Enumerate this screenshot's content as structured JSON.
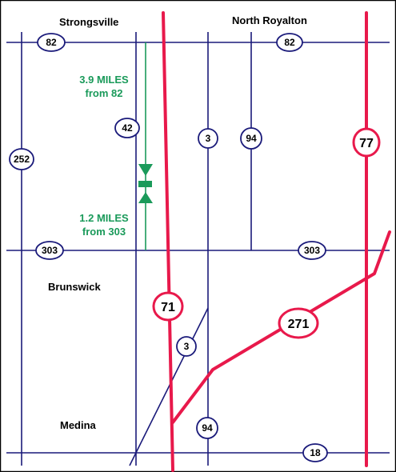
{
  "towns": {
    "strongsville": "Strongsville",
    "north_royalton": "North Royalton",
    "brunswick": "Brunswick",
    "medina": "Medina"
  },
  "distances": {
    "from_82_line1": "3.9 MILES",
    "from_82_line2": "from 82",
    "from_303_line1": "1.2 MILES",
    "from_303_line2": "from 303"
  },
  "route_labels": {
    "r82_west": "82",
    "r82_east": "82",
    "r42": "42",
    "r252": "252",
    "r3_north": "3",
    "r94_north": "94",
    "r303_west": "303",
    "r303_east": "303",
    "r3_south": "3",
    "r94_south": "94",
    "r18": "18"
  },
  "interstate_labels": {
    "i77": "77",
    "i71": "71",
    "i271": "271"
  },
  "colors": {
    "road": "#1a1a7a",
    "interstate": "#e8194b",
    "route_marker": "#1a9a5a",
    "frame": "#000000",
    "background": "#ffffff"
  },
  "location_marker": "green-rectangle"
}
